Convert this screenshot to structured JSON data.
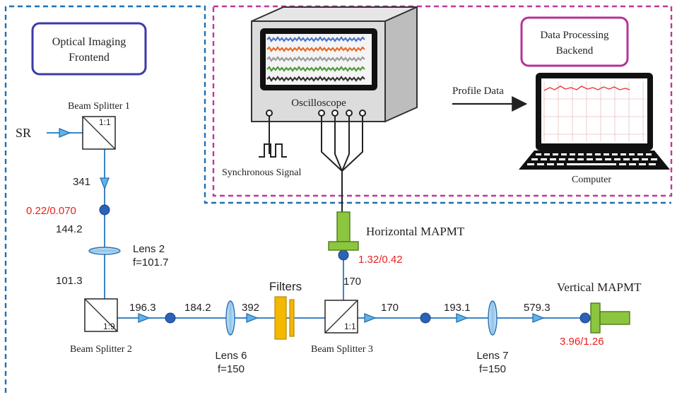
{
  "boxes": {
    "frontend": "Optical Imaging Frontend",
    "frontend_line1": "Optical Imaging",
    "frontend_line2": "Frontend",
    "backend_line1": "Data Processing",
    "backend_line2": "Backend"
  },
  "source": "SR",
  "components": {
    "bs1": "Beam Splitter 1",
    "bs1_ratio": "1:1",
    "bs2": "Beam Splitter 2",
    "bs2_ratio": "1:9",
    "bs3": "Beam Splitter 3",
    "bs3_ratio": "1:1",
    "lens2_name": "Lens 2",
    "lens2_f": "f=101.7",
    "lens6_name": "Lens 6",
    "lens6_f": "f=150",
    "lens7_name": "Lens 7",
    "lens7_f": "f=150",
    "filters": "Filters",
    "h_mapmt": "Horizontal MAPMT",
    "v_mapmt": "Vertical MAPMT",
    "oscilloscope": "Oscilloscope",
    "sync": "Synchronous Signal",
    "computer": "Computer",
    "profile_data": "Profile Data"
  },
  "distances": {
    "d341": "341",
    "d144": "144.2",
    "d101": "101.3",
    "d196": "196.3",
    "d184": "184.2",
    "d392": "392",
    "d170v": "170",
    "d170h": "170",
    "d193": "193.1",
    "d579": "579.3"
  },
  "beam_sizes": {
    "p1": "0.22/0.070",
    "p2": "1.32/0.42",
    "p3": "3.96/1.26"
  },
  "colors": {
    "beam": "#3a86c8",
    "frontend_border": "#1f6fb5",
    "backend_border": "#c2369a",
    "frontend_box": "#3b3aa8",
    "backend_box": "#b6309a",
    "mapmt": "#8cc63f",
    "filter": "#f5b800",
    "red_value": "#e8211d"
  }
}
